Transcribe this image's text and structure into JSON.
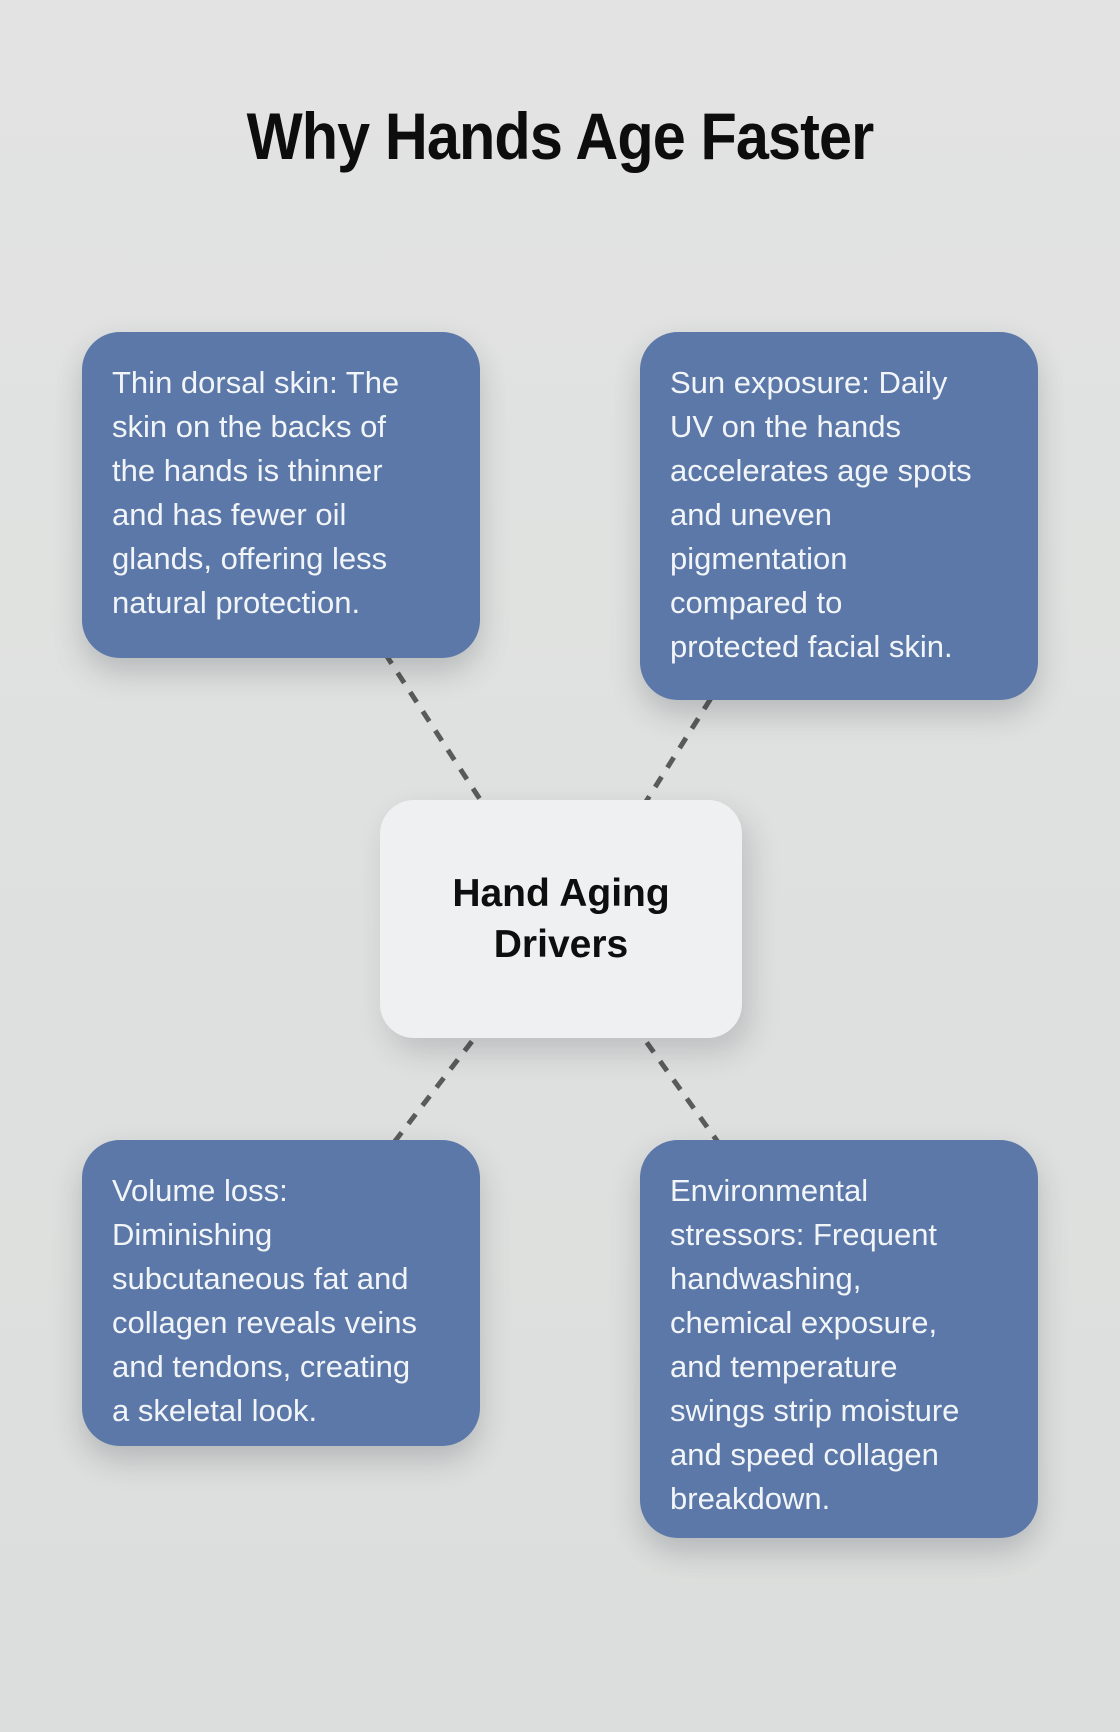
{
  "title": "Why Hands Age Faster",
  "center_node": {
    "id": "hand-aging-drivers",
    "label_lines": [
      "Hand Aging",
      "Drivers"
    ]
  },
  "nodes": [
    {
      "id": "thin-dorsal-skin",
      "position": "top-left",
      "text_lines": [
        "Thin dorsal skin: The",
        "skin on the backs of",
        "the hands is thinner",
        "and has fewer oil",
        "glands, offering less",
        "natural protection."
      ]
    },
    {
      "id": "sun-exposure",
      "position": "top-right",
      "text_lines": [
        "Sun exposure: Daily",
        "UV on the hands",
        "accelerates age spots",
        "and uneven",
        "pigmentation",
        "compared to",
        "protected facial skin."
      ]
    },
    {
      "id": "volume-loss",
      "position": "bottom-left",
      "text_lines": [
        "Volume loss:",
        "Diminishing",
        "subcutaneous fat and",
        "collagen reveals veins",
        "and tendons, creating",
        "a skeletal look."
      ]
    },
    {
      "id": "environmental-stressors",
      "position": "bottom-right",
      "text_lines": [
        "Environmental",
        "stressors: Frequent",
        "handwashing,",
        "chemical exposure,",
        "and temperature",
        "swings strip moisture",
        "and speed collagen",
        "breakdown."
      ]
    }
  ],
  "colors": {
    "background": "#dfe1e0",
    "node_fill": "#5b78a9",
    "node_text": "#f2f5f8",
    "center_fill": "#eef0f2",
    "center_text": "#0e0e0e",
    "title_text": "#0d0d0d",
    "connector": "#5a5a5a"
  }
}
